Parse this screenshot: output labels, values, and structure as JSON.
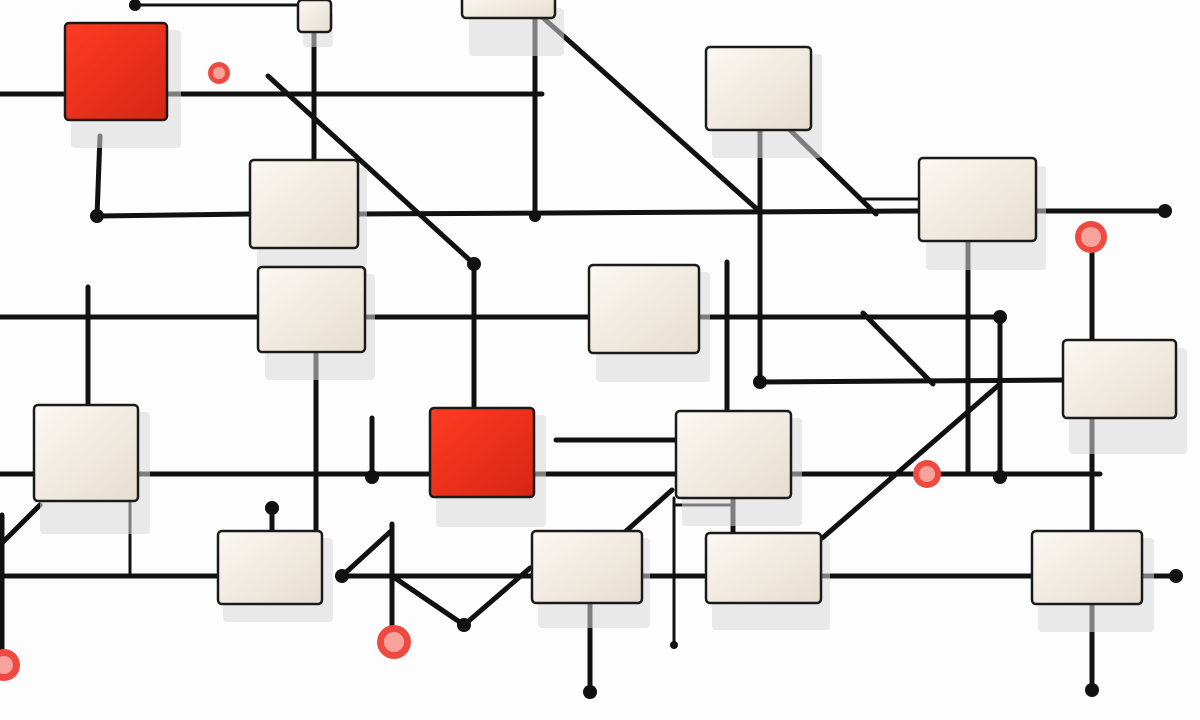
{
  "colors": {
    "wire": "#111111",
    "node_fill_light": "#fbf8f2",
    "node_fill_dark": "#e6ddd0",
    "node_active_light": "#ff3b22",
    "node_active_dark": "#d52714",
    "node_border": "#1a1a1a",
    "port_outer": "#ef4a42",
    "port_inner": "#f7a39c",
    "junction": "#111111",
    "background": "#fdfdfd"
  },
  "diagram": {
    "node_states": [
      "idle",
      "active"
    ],
    "node_count": 17,
    "active_node_count": 2,
    "port_marker_count": 6
  }
}
